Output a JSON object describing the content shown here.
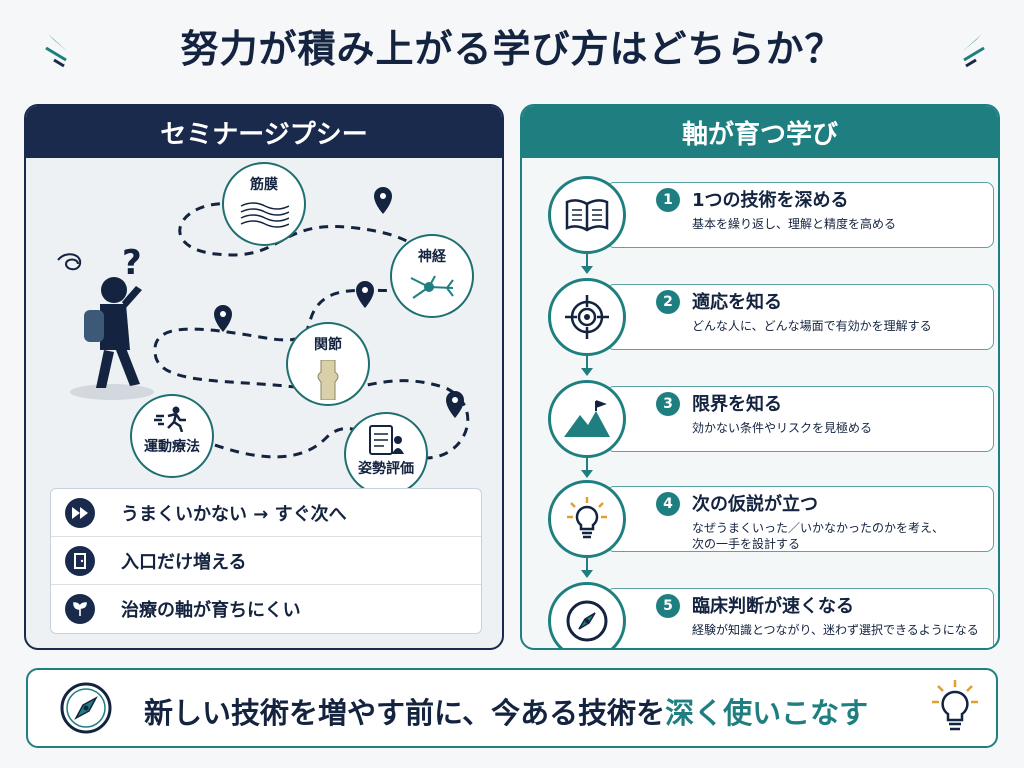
{
  "title": "努力が積み上がる学び方はどちらか？",
  "colors": {
    "navy": "#1a2a4c",
    "teal": "#1f7f80",
    "bg": "#f5f7f8"
  },
  "left": {
    "heading": "セミナージプシー",
    "nodes": [
      {
        "label": "筋膜",
        "icon": "fascia-icon"
      },
      {
        "label": "神経",
        "icon": "neuron-icon"
      },
      {
        "label": "関節",
        "icon": "joint-icon"
      },
      {
        "label": "運動療法",
        "icon": "runner-icon"
      },
      {
        "label": "姿勢評価",
        "icon": "clipboard-icon"
      }
    ],
    "issues": [
      {
        "text": "うまくいかない → すぐ次へ",
        "icon": "fast-forward-icon"
      },
      {
        "text": "入口だけ増える",
        "icon": "door-icon"
      },
      {
        "text": "治療の軸が育ちにくい",
        "icon": "sprout-icon"
      }
    ]
  },
  "right": {
    "heading": "軸が育つ学び",
    "steps": [
      {
        "num": "1",
        "title": "1つの技術を深める",
        "desc": "基本を繰り返し、理解と精度を高める",
        "icon": "book-icon"
      },
      {
        "num": "2",
        "title": "適応を知る",
        "desc": "どんな人に、どんな場面で有効かを理解する",
        "icon": "target-icon"
      },
      {
        "num": "3",
        "title": "限界を知る",
        "desc": "効かない条件やリスクを見極める",
        "icon": "mountain-flag-icon"
      },
      {
        "num": "4",
        "title": "次の仮説が立つ",
        "desc": "なぜうまくいった／いかなかったのかを考え、",
        "desc2": "次の一手を設計する",
        "icon": "lightbulb-icon"
      },
      {
        "num": "5",
        "title": "臨床判断が速くなる",
        "desc": "経験が知識とつながり、迷わず選択できるようになる",
        "icon": "compass-icon"
      }
    ]
  },
  "bottom": {
    "text_main": "新しい技術を増やす前に、今ある技術を",
    "text_highlight": "深く使いこなす"
  }
}
